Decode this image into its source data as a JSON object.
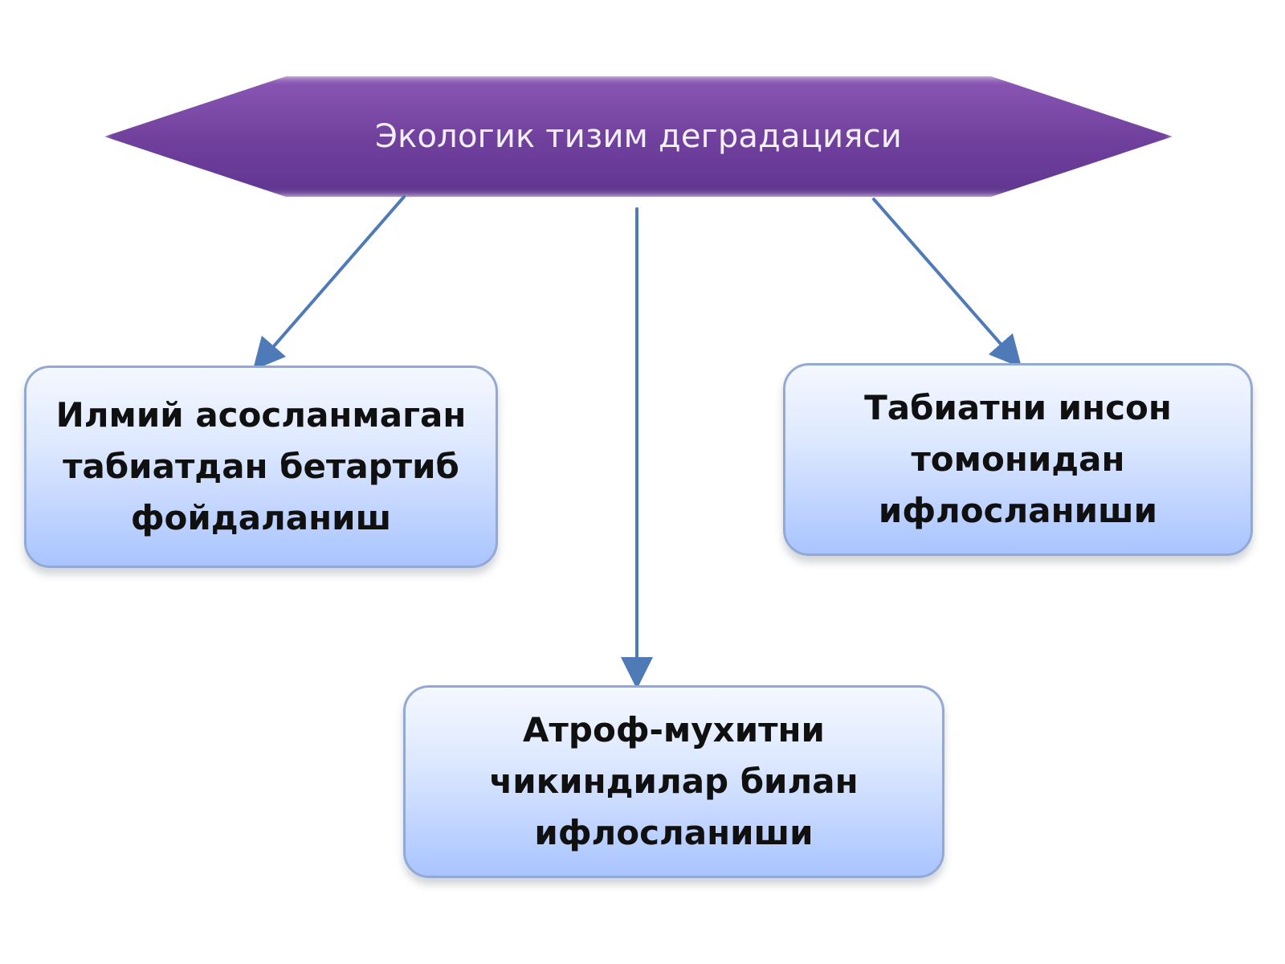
{
  "header": {
    "title": "Экологик тизим деградацияси"
  },
  "boxes": {
    "left": {
      "text": "Илмий асосланмаган\nтабиатдан бетартиб\nфойдаланиш"
    },
    "right": {
      "text": "Табиатни инсон\nтомонидан\nифлосланиши"
    },
    "bottom": {
      "text": "Атроф-мухитни\nчикиндилар билан\nифлосланиши"
    }
  },
  "colors": {
    "header_fill": "#6f3f9c",
    "header_text": "#f4f0fa",
    "box_fill_top": "#f4f8ff",
    "box_fill_bottom": "#a9c4ff",
    "box_border": "#93a9d5",
    "arrow": "#4f7ab8"
  }
}
